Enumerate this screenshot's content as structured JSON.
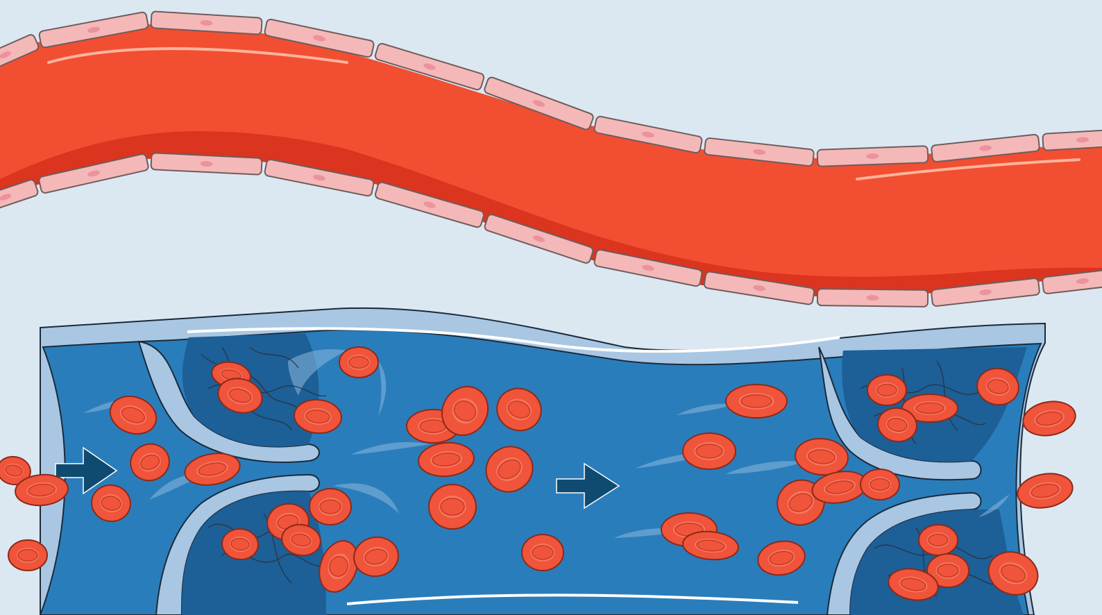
{
  "colors": {
    "background": "#dbe8f2",
    "artery_blood": "#f24e31",
    "artery_blood_dark": "#d8321e",
    "endothelial_cell": "#f5b8b8",
    "endothelial_outline": "#6e5d5d",
    "vein_blue": "#2a7dbb",
    "vein_blue_deep": "#1d5f97",
    "vein_wall": "#a9c7e3",
    "valve_light": "#b4d1ea",
    "rbc_fill": "#f0543a",
    "rbc_center": "#f7846d",
    "rbc_outline": "#8a2a1a",
    "arrow": "#0f4b70",
    "fibrin": "#2b2b2b"
  },
  "scene": {
    "artery": "artery",
    "vein": "vein-with-valves",
    "flow_direction": "right",
    "flow_arrow_count": 2,
    "icons": [
      "flow-arrow-icon",
      "red-blood-cell-icon",
      "endothelial-cell-icon",
      "vein-valve-icon"
    ]
  }
}
